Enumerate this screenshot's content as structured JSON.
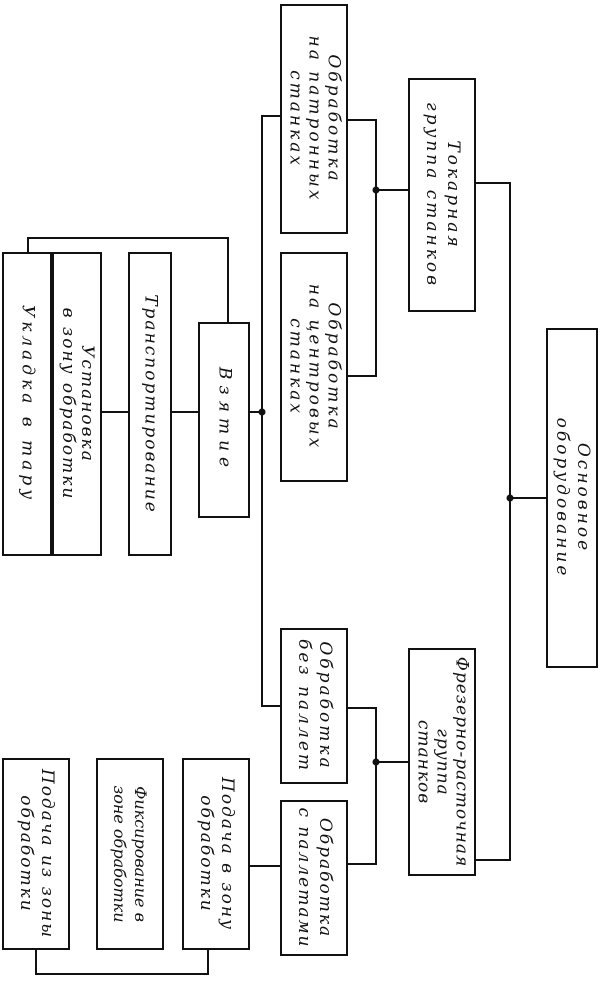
{
  "root": {
    "lines": [
      "Основное",
      "оборудование"
    ]
  },
  "groups": {
    "turning": {
      "lines": [
        "Токарная",
        "группа станков"
      ]
    },
    "milling": {
      "lines": [
        "Фрезерно-расточная",
        "группа",
        "станков"
      ]
    }
  },
  "operations": {
    "chuck": {
      "lines": [
        "Обработка",
        "на патронных",
        "станках"
      ]
    },
    "center": {
      "lines": [
        "Обработка",
        "на центровых",
        "станках"
      ]
    },
    "no_pallet": {
      "lines": [
        "Обработка",
        "без паллет"
      ]
    },
    "with_pallet": {
      "lines": [
        "Обработка",
        "с паллетами"
      ]
    }
  },
  "steps": {
    "grab": {
      "lines": [
        "Взятие"
      ]
    },
    "transport": {
      "lines": [
        "Транспортирование"
      ]
    },
    "install": {
      "lines": [
        "Установка",
        "в зону обработки"
      ]
    },
    "stack": {
      "lines": [
        "Укладка в тару"
      ]
    },
    "feed_in": {
      "lines": [
        "Подача в зону",
        "обработки"
      ]
    },
    "fix": {
      "lines": [
        "Фиксирование в",
        "зоне обработки"
      ]
    },
    "feed_out": {
      "lines": [
        "Подача из зоны",
        "обработки"
      ]
    }
  }
}
